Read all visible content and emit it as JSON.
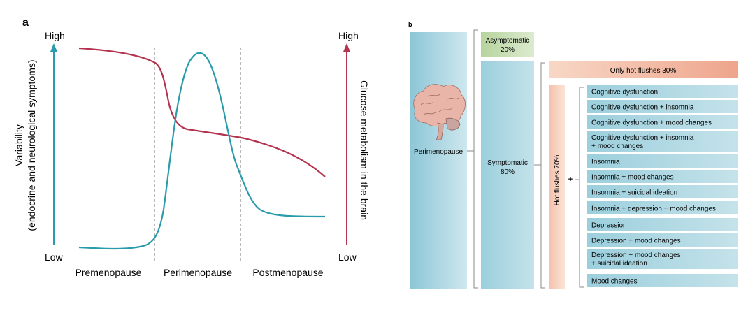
{
  "panel_a": {
    "panel_label": "a",
    "left_axis": {
      "high": "High",
      "low": "Low",
      "title_line1": "Variability",
      "title_line2": "(endocrine and neurological symptoms)"
    },
    "right_axis": {
      "high": "High",
      "low": "Low",
      "title": "Glucose metabolism in the brain"
    },
    "stages": [
      "Premenopause",
      "Perimenopause",
      "Postmenopause"
    ],
    "colors": {
      "variability": "#2a9bab",
      "glucose": "#b3344f"
    }
  },
  "panel_b": {
    "panel_label": "b",
    "root": "Perimenopause",
    "asymptomatic": {
      "line1": "Asymptomatic",
      "line2": "20%"
    },
    "symptomatic": {
      "line1": "Symptomatic",
      "line2": "80%"
    },
    "only_hot_flushes": "Only hot flushes 30%",
    "hot_flushes": "Hot flushes 70%",
    "plus": "+",
    "symptoms": [
      {
        "line1": "Cognitive dysfunction",
        "line2": ""
      },
      {
        "line1": "Cognitive dysfunction + insomnia",
        "line2": ""
      },
      {
        "line1": "Cognitive dysfunction + mood changes",
        "line2": ""
      },
      {
        "line1": "Cognitive dysfunction + insomnia",
        "line2": "+ mood changes"
      },
      {
        "line1": "Insomnia",
        "line2": ""
      },
      {
        "line1": "Insomnia + mood changes",
        "line2": ""
      },
      {
        "line1": "Insomnia + suicidal ideation",
        "line2": ""
      },
      {
        "line1": "Insomnia + depression + mood changes",
        "line2": ""
      },
      {
        "line1": "Depression",
        "line2": ""
      },
      {
        "line1": "Depression + mood changes",
        "line2": ""
      },
      {
        "line1": "Depression + mood changes",
        "line2": "+ suicidal ideation"
      },
      {
        "line1": "Mood changes",
        "line2": ""
      }
    ],
    "colors": {
      "blue": "#a9d3df",
      "green": "#c5dcb0",
      "salmon": "#f0b39c"
    }
  }
}
